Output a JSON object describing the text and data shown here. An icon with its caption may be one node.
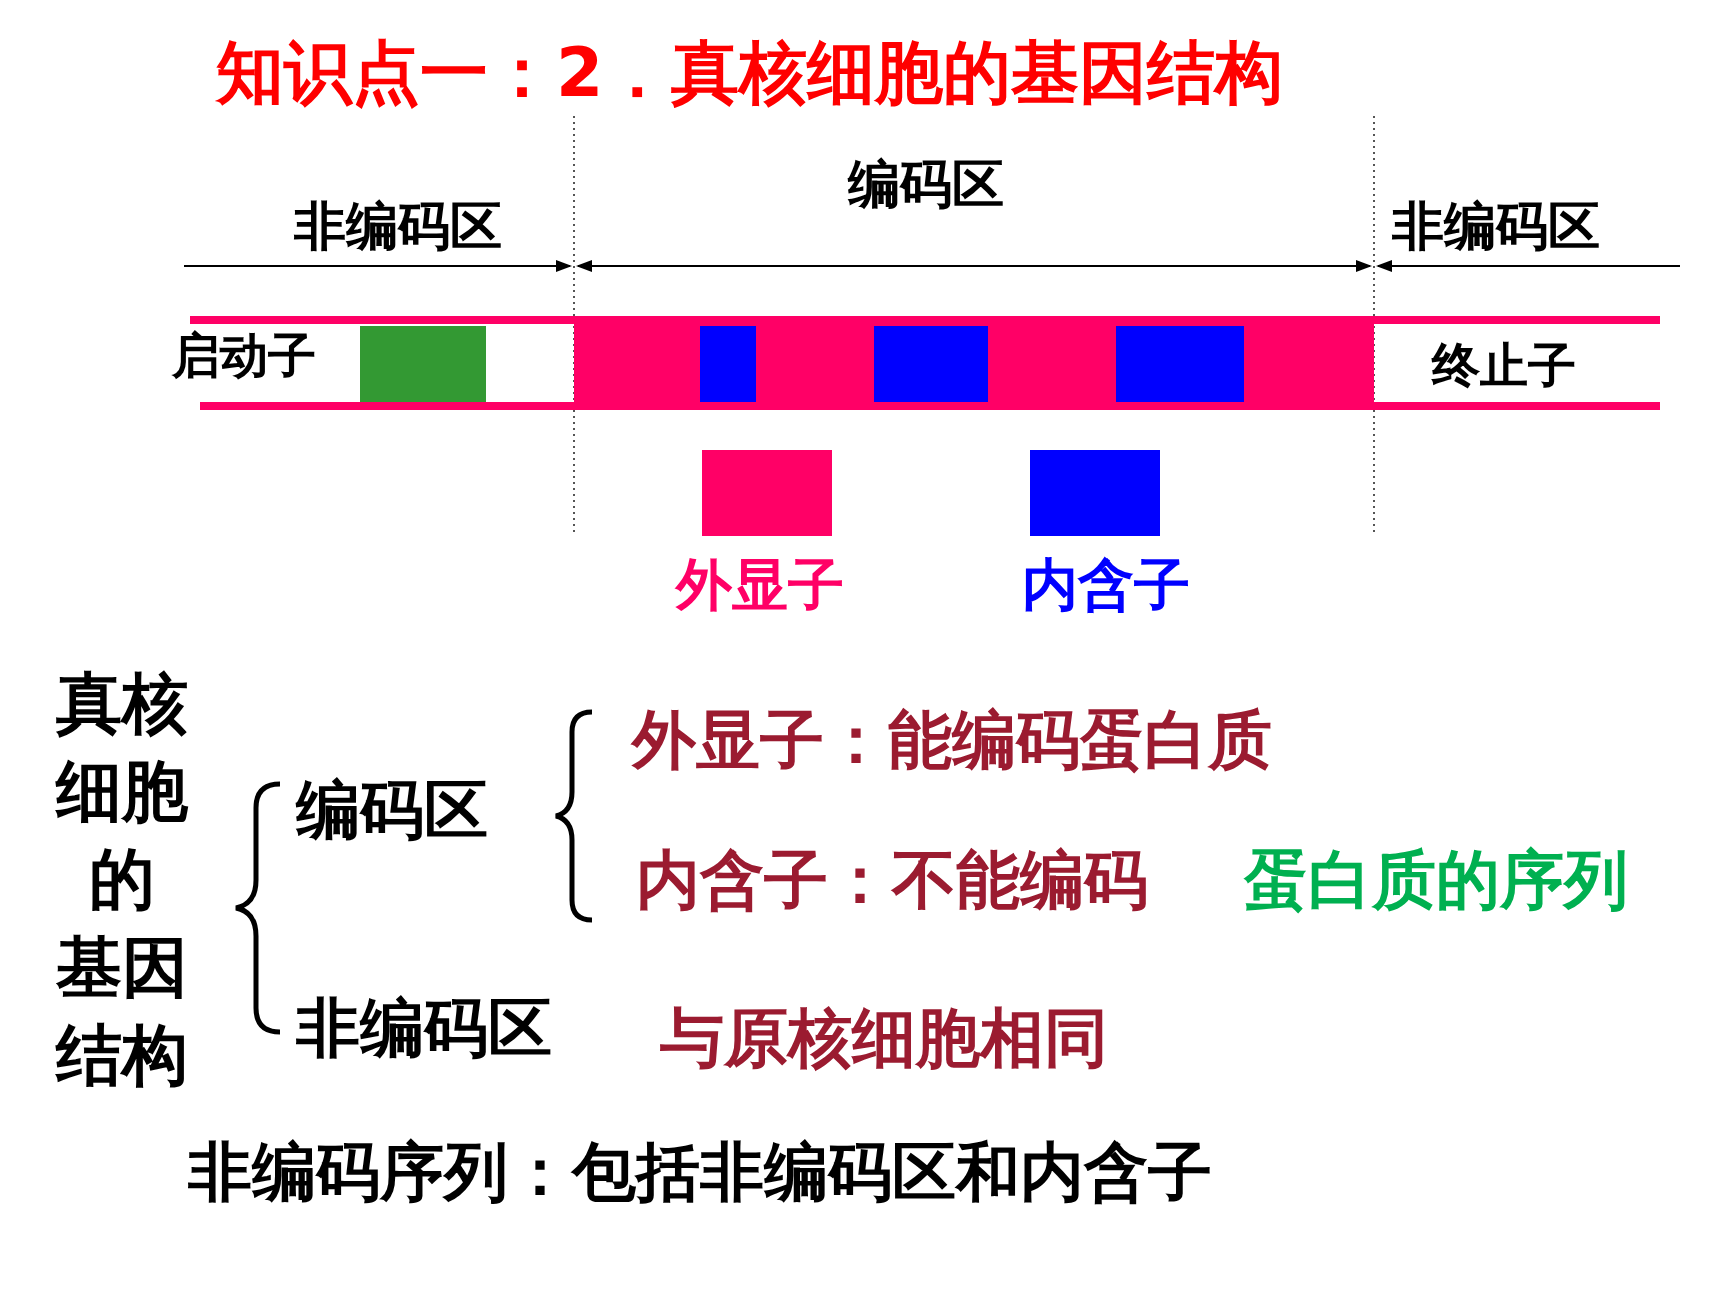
{
  "diagram": {
    "title": "知识点一：2．真核细胞的基因结构",
    "labels": [
      "编码区",
      "非编码区",
      "非编码区",
      "启动子",
      "终止子",
      "真核细胞的基因结构",
      "编码区",
      "外显子：能编码蛋白质",
      "内含子：不能编码",
      "蛋白质的序列",
      "非编码区",
      "与原核细胞相同",
      "非编码序列：包括非编码区和内含子"
    ],
    "legend": [
      {
        "text": "外显子",
        "color": "#ff0066"
      },
      {
        "text": "内含子",
        "color": "#0000ff"
      }
    ]
  }
}
